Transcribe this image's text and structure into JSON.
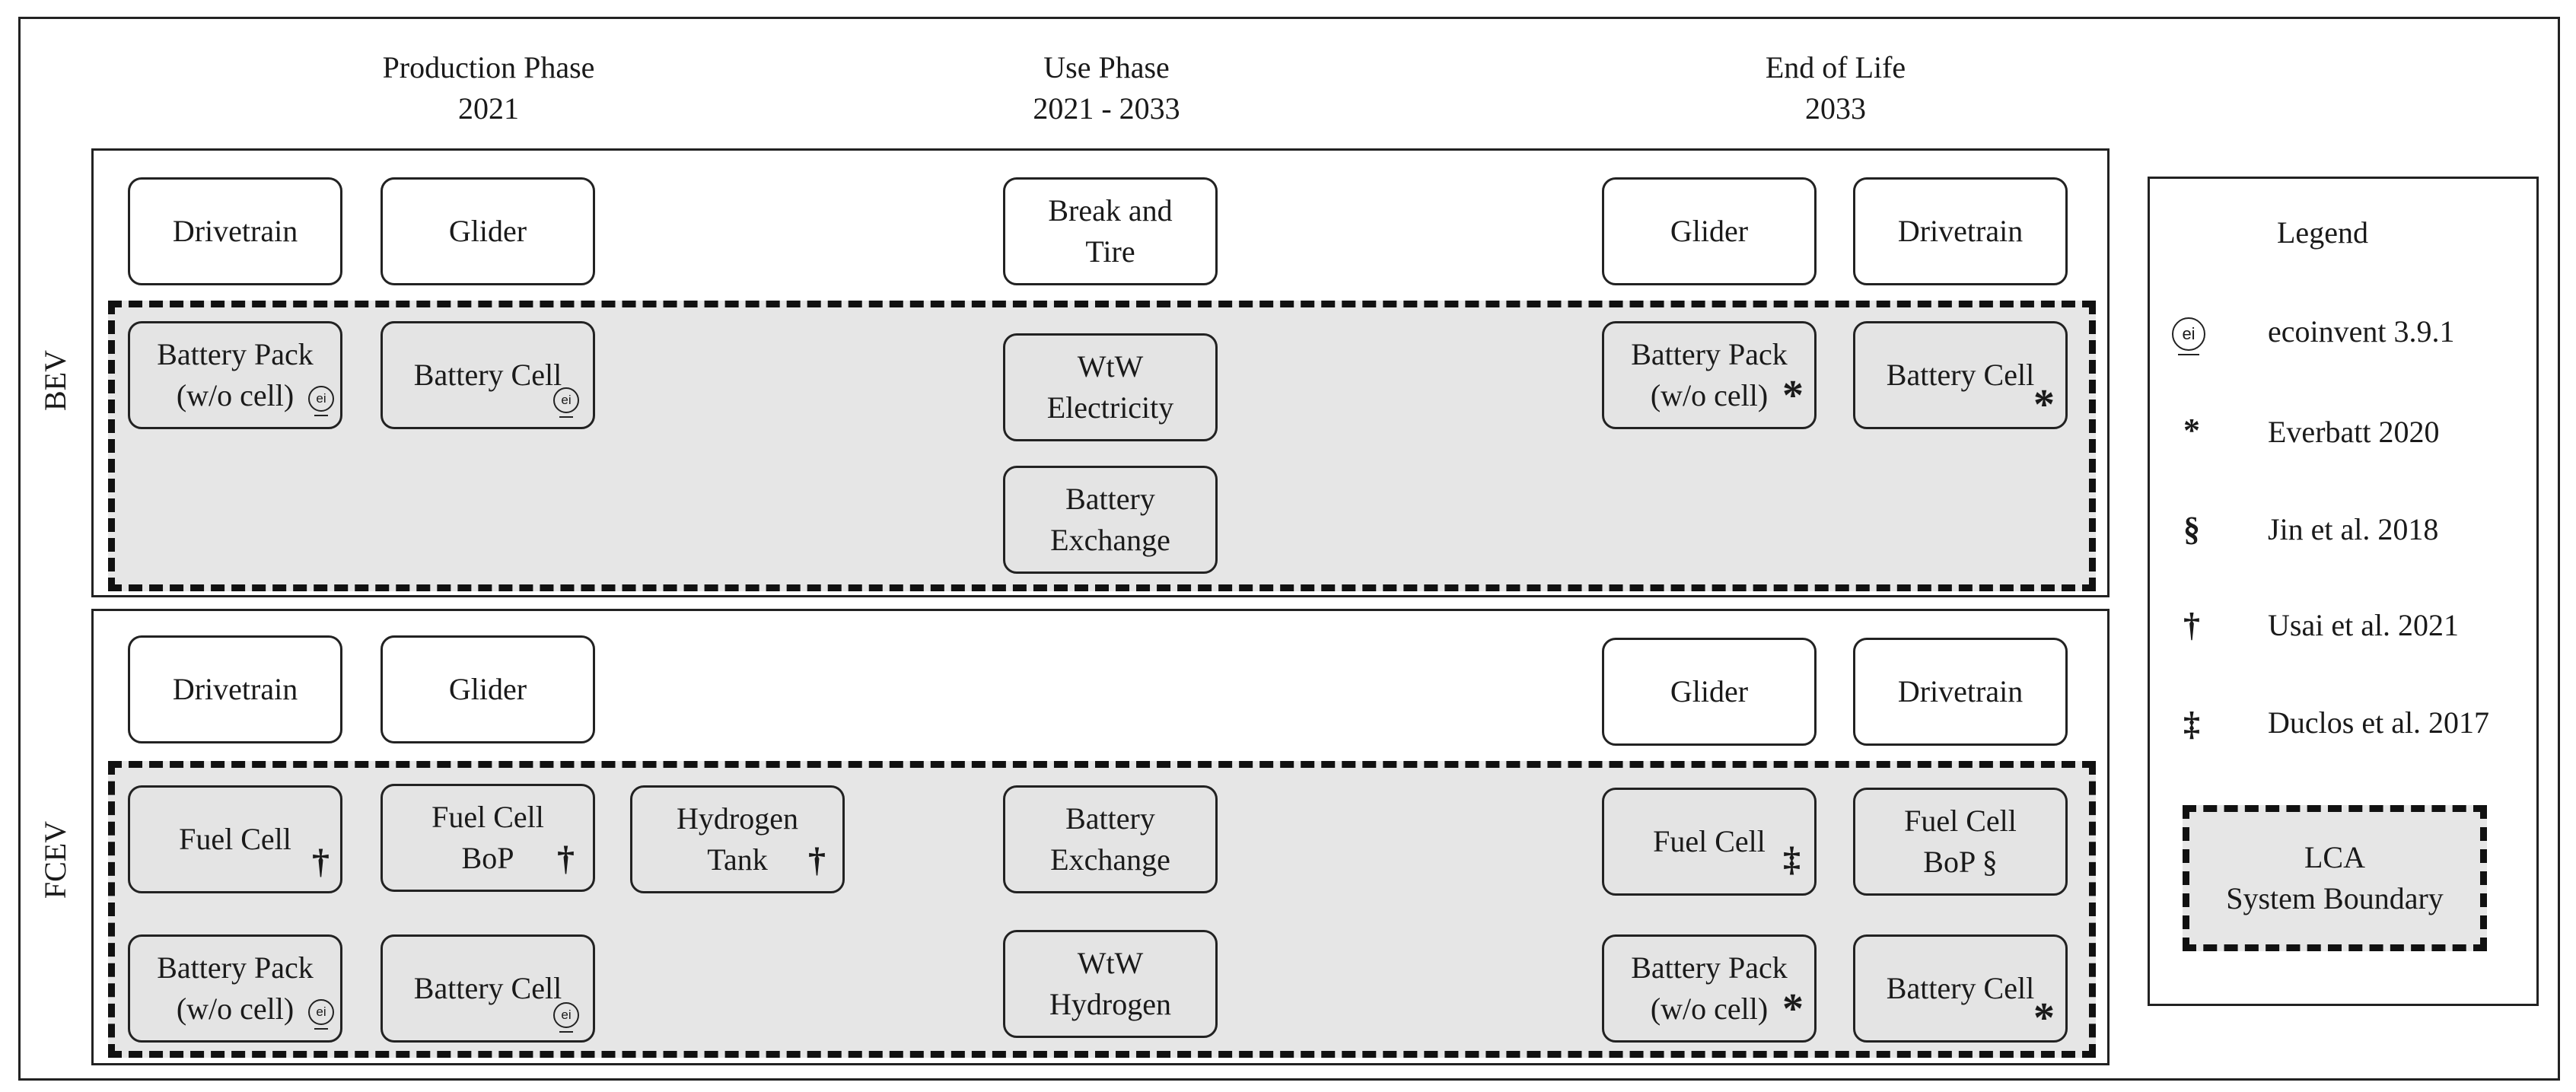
{
  "phases": {
    "production": {
      "name": "Production Phase",
      "year": "2021"
    },
    "use": {
      "name": "Use Phase",
      "year": "2021 - 2033"
    },
    "eol": {
      "name": "End of Life",
      "year": "2033"
    }
  },
  "bev": {
    "label": "BEV",
    "drivetrain_prod": "Drivetrain",
    "glider_prod": "Glider",
    "break_tire": "Break and\nTire",
    "glider_eol": "Glider",
    "drivetrain_eol": "Drivetrain",
    "battery_pack_prod": "Battery Pack\n(w/o cell)",
    "battery_cell_prod": "Battery Cell",
    "wtw_electricity": "WtW\nElectricity",
    "battery_exchange": "Battery\nExchange",
    "battery_pack_eol": "Battery Pack\n(w/o cell)",
    "battery_cell_eol": "Battery Cell"
  },
  "fcev": {
    "label": "FCEV",
    "drivetrain_prod": "Drivetrain",
    "glider_prod": "Glider",
    "glider_eol": "Glider",
    "drivetrain_eol": "Drivetrain",
    "fuel_cell_prod": "Fuel Cell",
    "fuel_cell_bop_prod": "Fuel Cell\nBoP",
    "hydrogen_tank": "Hydrogen\nTank",
    "battery_exchange": "Battery\nExchange",
    "fuel_cell_eol": "Fuel Cell",
    "fuel_cell_bop_eol": "Fuel Cell\nBoP §",
    "battery_pack_prod": "Battery Pack\n(w/o cell)",
    "battery_cell_prod": "Battery Cell",
    "wtw_hydrogen": "WtW\nHydrogen",
    "battery_pack_eol": "Battery Pack\n(w/o cell)",
    "battery_cell_eol": "Battery Cell"
  },
  "markers": {
    "ecoinvent": "ei",
    "everbatt": "*",
    "jin": "§",
    "usai": "†",
    "duclos": "‡"
  },
  "legend": {
    "title": "Legend",
    "items": [
      {
        "symbol": "ei",
        "label": "ecoinvent 3.9.1"
      },
      {
        "symbol": "*",
        "label": "Everbatt 2020"
      },
      {
        "symbol": "§",
        "label": "Jin et al. 2018"
      },
      {
        "symbol": "†",
        "label": "Usai et al. 2021"
      },
      {
        "symbol": "‡",
        "label": "Duclos et al. 2017"
      }
    ],
    "boundary_label": "LCA\nSystem Boundary"
  }
}
